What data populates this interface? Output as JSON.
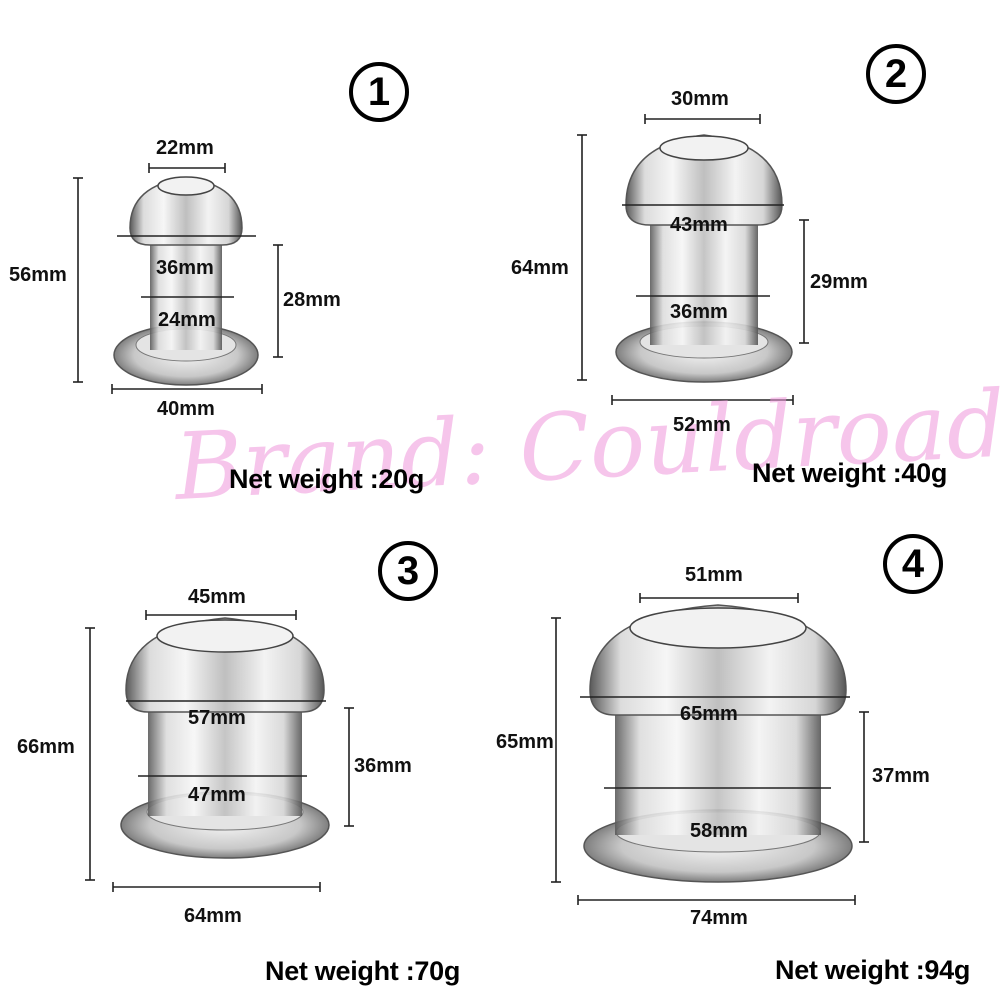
{
  "brand": "Brand: Couldroady",
  "items": [
    {
      "number": "1",
      "dims": {
        "top": "22mm",
        "height": "56mm",
        "head": "36mm",
        "neck": "24mm",
        "length": "28mm",
        "base": "40mm"
      },
      "weight": "Net weight :20g"
    },
    {
      "number": "2",
      "dims": {
        "top": "30mm",
        "height": "64mm",
        "head": "43mm",
        "neck": "36mm",
        "length": "29mm",
        "base": "52mm"
      },
      "weight": "Net weight :40g"
    },
    {
      "number": "3",
      "dims": {
        "top": "45mm",
        "height": "66mm",
        "head": "57mm",
        "neck": "47mm",
        "length": "36mm",
        "base": "64mm"
      },
      "weight": "Net weight :70g"
    },
    {
      "number": "4",
      "dims": {
        "top": "51mm",
        "height": "65mm",
        "head": "65mm",
        "neck": "58mm",
        "length": "37mm",
        "base": "74mm"
      },
      "weight": "Net weight :94g"
    }
  ]
}
